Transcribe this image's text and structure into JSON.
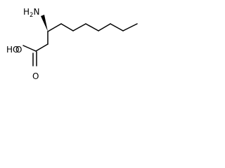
{
  "molecule": {
    "atoms": {
      "amine": {
        "element": "N",
        "hydrogens": "H",
        "hydrogen_count": "2"
      },
      "hydroxyl": {
        "element": "O",
        "hydrogens": "HO"
      },
      "carbonyl": {
        "element": "O"
      }
    },
    "bond_count": 12,
    "stereocenter_count": 1
  }
}
